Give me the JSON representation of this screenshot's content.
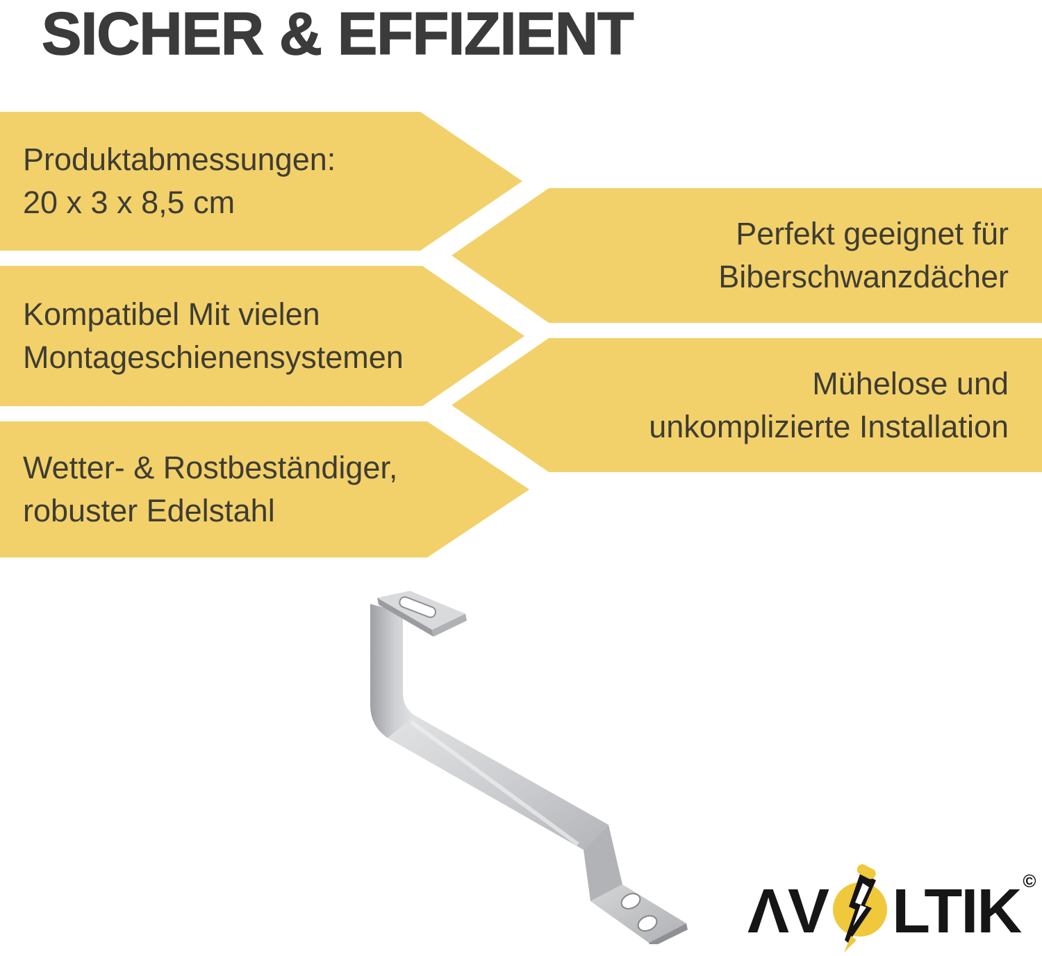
{
  "title": "SICHER & EFFIZIENT",
  "features_left": [
    {
      "lines": [
        "Produktabmessungen:",
        "20 x 3 x 8,5 cm"
      ]
    },
    {
      "lines": [
        "Kompatibel Mit vielen",
        "Montageschienensystemen"
      ]
    },
    {
      "lines": [
        "Wetter- & Rostbeständiger,",
        "robuster Edelstahl"
      ]
    }
  ],
  "features_right": [
    {
      "lines": [
        "Perfekt geeignet für",
        "Biberschwanzdächer"
      ]
    },
    {
      "lines": [
        "Mühelose und",
        "unkomplizierte Installation"
      ]
    }
  ],
  "logo": {
    "brand": "AVOLTIK",
    "left": "ΛV",
    "right": "LTIK",
    "copyright": "©",
    "bolt_icon": "lightning-bolt-icon"
  },
  "product_image": "stainless-steel-roof-hook-bracket-photo",
  "colors": {
    "banner_yellow": "#F2D16A",
    "banner_text": "#3E3C33",
    "title": "#3B3B3B",
    "logo_yellow": "#EFC83C",
    "logo_black": "#161616",
    "steel_gray": "#C6C7CA",
    "background": "#FFFFFF"
  }
}
